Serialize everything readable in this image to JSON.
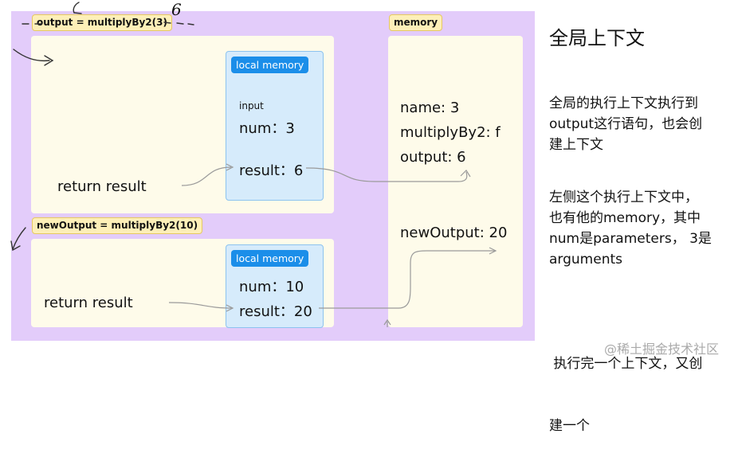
{
  "labels": {
    "ctx1_tag": "output = multiplyBy2(3)",
    "ctx2_tag": "newOutput = multiplyBy2(10)",
    "memory_tag": "memory",
    "local_memory_1": "local memory",
    "local_memory_2": "local memory"
  },
  "ctx1": {
    "input_label": "input",
    "num": "num：3",
    "result": "result：6",
    "return": "return result"
  },
  "ctx2": {
    "num": "num：10",
    "result": "result：20",
    "return": "return result"
  },
  "memory": {
    "name": "name: 3",
    "multiply": "multiplyBy2:  f",
    "output": "output:  6",
    "newOutput": "newOutput: 20"
  },
  "sketch": {
    "six": "6"
  },
  "side": {
    "title": "全局上下文",
    "para1": [
      "全局的执行上下文执行到",
      "output这行语句，也会创",
      "建上下文"
    ],
    "para2": [
      "左侧这个执行上下文中，",
      "也有他的memory，其中",
      "num是parameters， 3是",
      "arguments"
    ],
    "para3": [
      " 执行完一个上下文，又创",
      "建一个"
    ],
    "watermark": "@稀土掘金技术社区"
  },
  "colors": {
    "board": "#e3ccfa",
    "panel": "#fefbea",
    "local": "#d6ebfb",
    "local_tag": "#1b8ee9",
    "tag": "#fdefb8"
  }
}
